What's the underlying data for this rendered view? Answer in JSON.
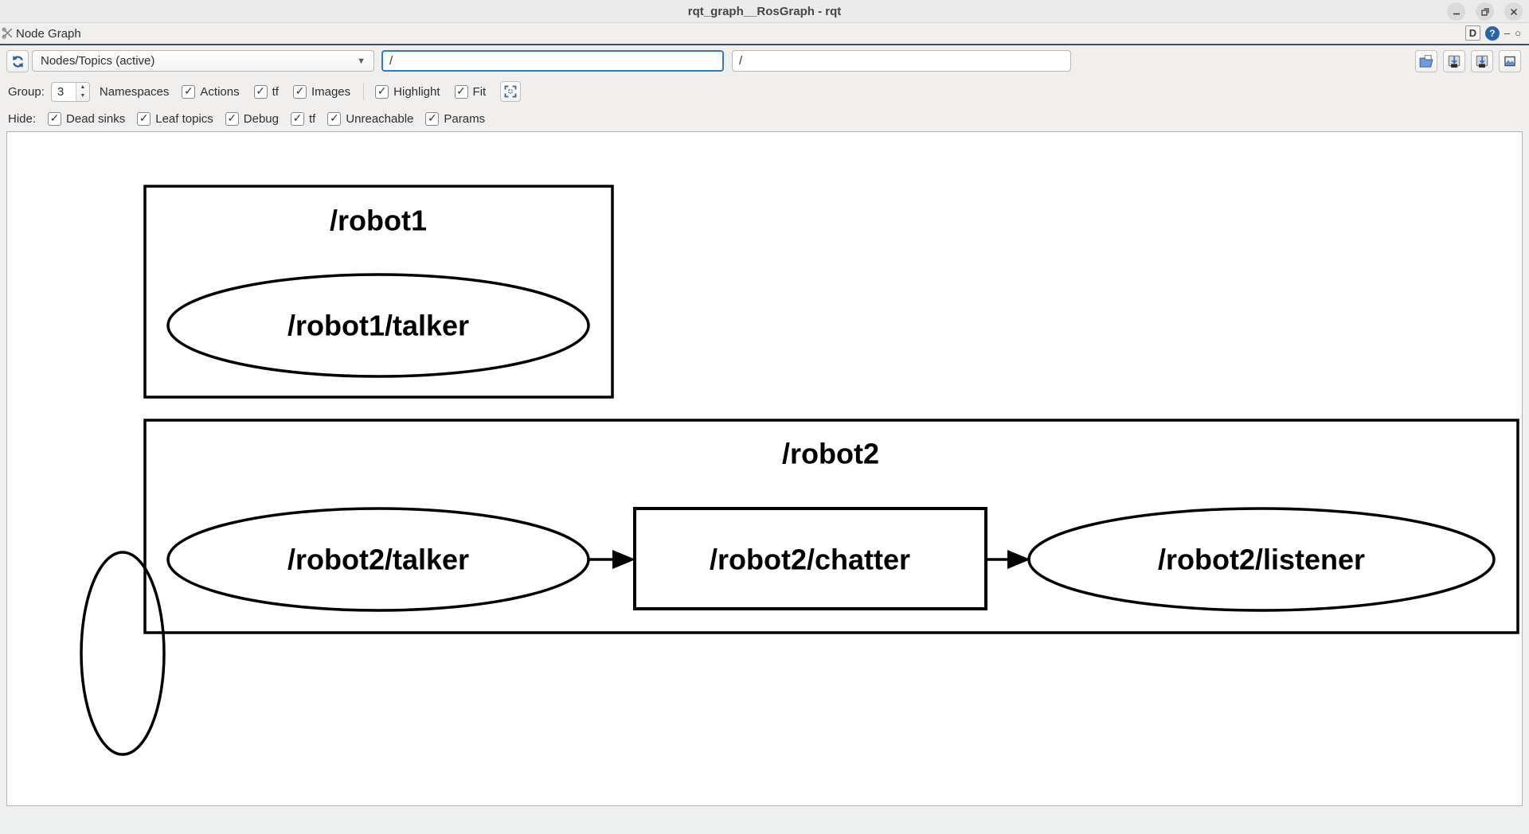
{
  "window": {
    "title": "rqt_graph__RosGraph - rqt",
    "controls": {
      "minimize_icon": "minimize",
      "maximize_icon": "maximize",
      "close_icon": "close"
    }
  },
  "dock": {
    "title": "Node Graph",
    "plugin_icon": "tools-icon",
    "buttons": {
      "detach_label": "D",
      "help_icon": "?",
      "float_icon": "–",
      "close_icon": "○"
    }
  },
  "toolbar": {
    "refresh_icon": "refresh-arrows",
    "graph_type_selected": "Nodes/Topics (active)",
    "node_filter_value": "/",
    "topic_filter_value": "/",
    "file_buttons": {
      "open_icon": "open-dot-file",
      "save_dot_icon": "save-as-dot",
      "save_svg_icon": "save-as-svg",
      "save_image_icon": "save-as-image"
    },
    "group_label": "Group:",
    "group_value": "3",
    "namespaces_label": "Namespaces",
    "options": [
      {
        "label": "Actions",
        "checked": true
      },
      {
        "label": "tf",
        "checked": true
      },
      {
        "label": "Images",
        "checked": true
      }
    ],
    "view_options": [
      {
        "label": "Highlight",
        "checked": true
      },
      {
        "label": "Fit",
        "checked": true
      }
    ],
    "fit_icon": "fit-in-view"
  },
  "hide": {
    "label": "Hide:",
    "options": [
      {
        "label": "Dead sinks",
        "checked": true
      },
      {
        "label": "Leaf topics",
        "checked": true
      },
      {
        "label": "Debug",
        "checked": true
      },
      {
        "label": "tf",
        "checked": true
      },
      {
        "label": "Unreachable",
        "checked": true
      },
      {
        "label": "Params",
        "checked": true
      }
    ]
  },
  "graph": {
    "clusters": [
      {
        "label": "/robot1"
      },
      {
        "label": "/robot2"
      }
    ],
    "nodes": [
      {
        "label": "/robot1/talker",
        "shape": "ellipse"
      },
      {
        "label": "/robot2/talker",
        "shape": "ellipse"
      },
      {
        "label": "/robot2/chatter",
        "shape": "box"
      },
      {
        "label": "/robot2/listener",
        "shape": "ellipse"
      },
      {
        "label": "",
        "shape": "ellipse-unlabeled"
      }
    ],
    "edges": [
      {
        "from": "/robot2/talker",
        "to": "/robot2/chatter"
      },
      {
        "from": "/robot2/chatter",
        "to": "/robot2/listener"
      }
    ]
  }
}
